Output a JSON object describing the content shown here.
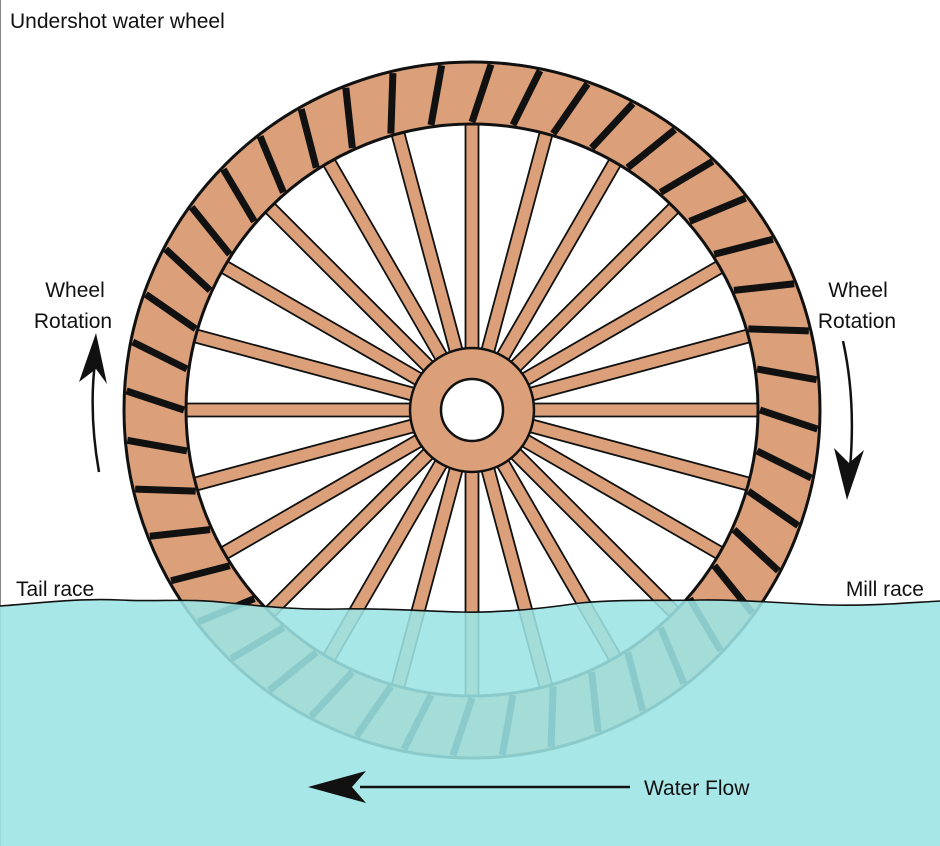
{
  "title": "Undershot water wheel",
  "labels": {
    "rotation_left_line1": "Wheel",
    "rotation_left_line2": "Rotation",
    "rotation_right_line1": "Wheel",
    "rotation_right_line2": "Rotation",
    "tail_race": "Tail race",
    "mill_race": "Mill race",
    "water_flow": "Water Flow"
  },
  "wheel": {
    "spoke_count": 24,
    "paddle_count": 44
  },
  "colors": {
    "wood": "#dba07a",
    "outline": "#111111",
    "water": "#9ce4e5",
    "background": "#ffffff"
  }
}
